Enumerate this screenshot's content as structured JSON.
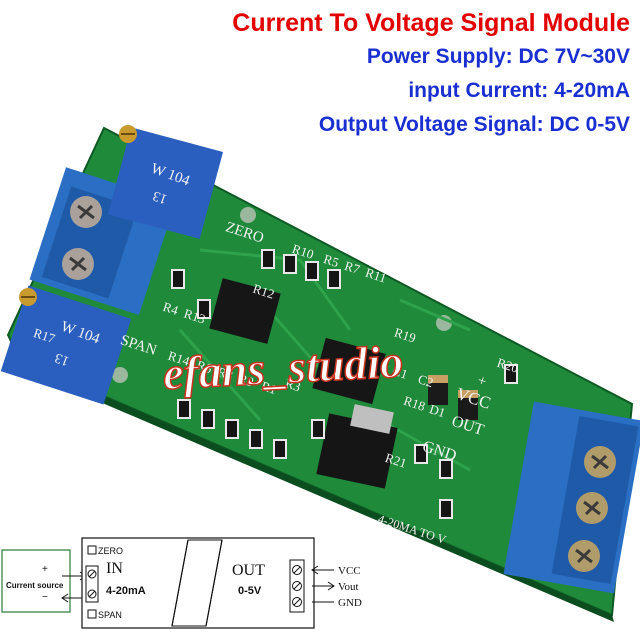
{
  "header": {
    "title": "Current To Voltage Signal Module",
    "power_supply": "Power Supply: DC 7V~30V",
    "input_current": "input Current: 4-20mA",
    "output_voltage": "Output Voltage Signal: DC 0-5V"
  },
  "watermark": "efans_studio",
  "pcb": {
    "pot_top": "W 104",
    "pot_top_num": "13",
    "pot_bottom": "W 104",
    "pot_bottom_num": "13",
    "zero": "ZERO",
    "span": "SPAN",
    "r10": "R10",
    "r5": "R5",
    "r7": "R7",
    "r11": "R11",
    "r4": "R4",
    "r13": "R13",
    "r12": "R12",
    "r14": "R14",
    "r6": "R6",
    "r8": "R8",
    "r9": "R9",
    "r1": "R1",
    "r3": "R3",
    "r17": "R17",
    "r19": "R19",
    "r20": "R20",
    "r18": "R18",
    "d1": "D1",
    "r21": "R21",
    "c1": "C1",
    "c2": "C2",
    "plus": "+",
    "vcc": "VCC",
    "out": "OUT",
    "gnd": "GND",
    "silk": "4-20MA  TO  V"
  },
  "diagram": {
    "current_source": "Current source",
    "plus": "+",
    "minus": "−",
    "zero": "ZERO",
    "in": "IN",
    "in_range": "4-20mA",
    "span": "SPAN",
    "out": "OUT",
    "out_range": "0-5V",
    "vcc": "VCC",
    "vout": "Vout",
    "gnd": "GND"
  },
  "colors": {
    "title": "#e30000",
    "spec": "#1a2fd1",
    "pcb": "#1f8a3a",
    "terminal": "#2a6fc4",
    "pot": "#2a5fc0"
  }
}
